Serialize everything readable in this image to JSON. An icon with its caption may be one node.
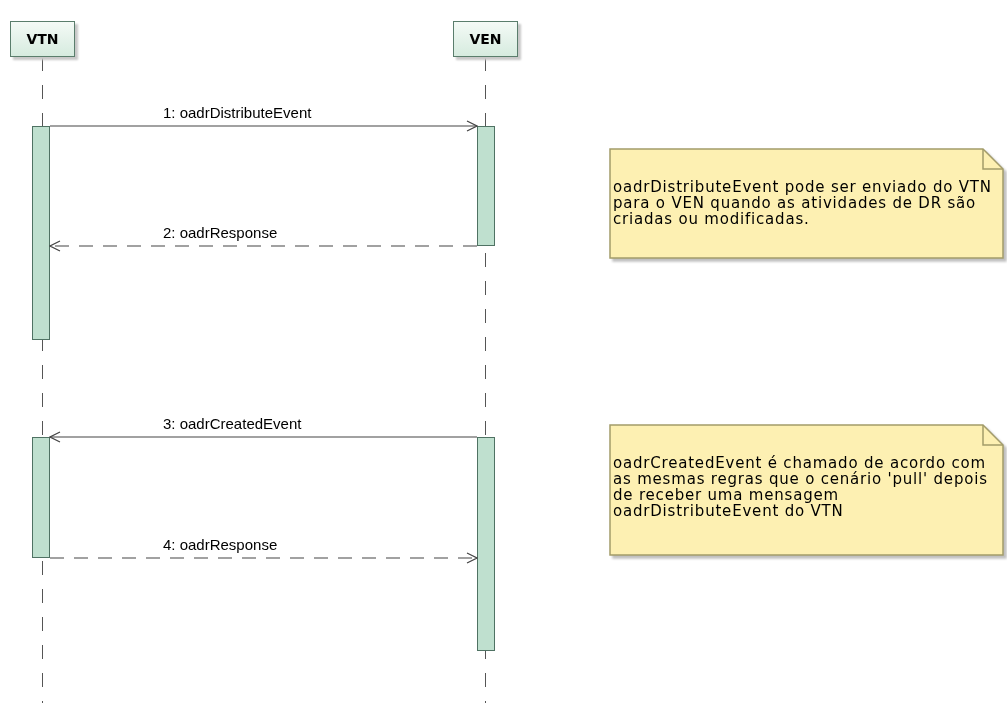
{
  "diagram": {
    "nodes": [
      {
        "text": [
          "VTN"
        ]
      },
      {
        "text": [
          "VEN"
        ]
      },
      {
        "text": [],
        "shape": "bar"
      },
      {
        "text": [],
        "shape": "bar"
      },
      {
        "text": [],
        "shape": "bar"
      },
      {
        "text": [],
        "shape": "bar"
      },
      {
        "text": [
          "oadrDistributeEvent pode ser enviado do VTN para o VEN quando as atividades de DR são criadas ou modificadas."
        ]
      },
      {
        "text": [
          "oadrCreatedEvent é chamado de acordo com as mesmas regras que o cenário 'pull' depois de receber uma mensagem oadrDistributeEvent do VTN"
        ]
      }
    ],
    "edges": [
      {
        "from": 2,
        "to": 3,
        "arrow": "to",
        "label": "1: oadrDistributeEvent"
      },
      {
        "from": 3,
        "to": 2,
        "arrow": "to",
        "label": "2: oadrResponse",
        "style": "dashed"
      },
      {
        "from": 5,
        "to": 4,
        "arrow": "to",
        "label": "3: oadrCreatedEvent"
      },
      {
        "from": 4,
        "to": 5,
        "arrow": "to",
        "label": "4: oadrResponse",
        "style": "dashed"
      }
    ]
  }
}
